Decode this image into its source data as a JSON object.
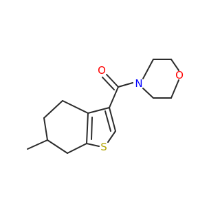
{
  "molecule": {
    "atoms": [
      {
        "label": "O",
        "element": "oxygen",
        "color": "#ff0000"
      },
      {
        "label": "N",
        "element": "nitrogen",
        "color": "#0000ff"
      },
      {
        "label": "O",
        "element": "oxygen",
        "color": "#ff0000"
      },
      {
        "label": "S",
        "element": "sulfur",
        "color": "#b2a400"
      }
    ],
    "bond_color": "#2b2b2b"
  }
}
